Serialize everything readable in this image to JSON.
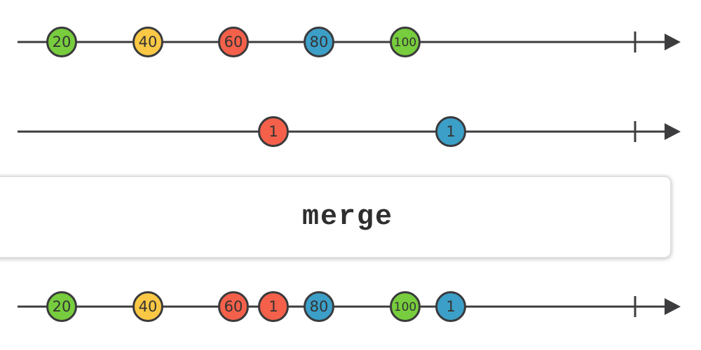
{
  "operator": {
    "label": "merge"
  },
  "colors": {
    "green": "#77cd3d",
    "yellow": "#fac845",
    "red": "#f4604a",
    "blue": "#3c9fc8",
    "line": "#3d3d3f",
    "marble_text": "#333333"
  },
  "timelines": {
    "source1": {
      "marbles": [
        {
          "value": "20",
          "color": "green"
        },
        {
          "value": "40",
          "color": "yellow"
        },
        {
          "value": "60",
          "color": "red"
        },
        {
          "value": "80",
          "color": "blue"
        },
        {
          "value": "100",
          "color": "green"
        }
      ]
    },
    "source2": {
      "marbles": [
        {
          "value": "1",
          "color": "red"
        },
        {
          "value": "1",
          "color": "blue"
        }
      ]
    },
    "output": {
      "marbles": [
        {
          "value": "20",
          "color": "green"
        },
        {
          "value": "40",
          "color": "yellow"
        },
        {
          "value": "60",
          "color": "red"
        },
        {
          "value": "1",
          "color": "red"
        },
        {
          "value": "80",
          "color": "blue"
        },
        {
          "value": "100",
          "color": "green"
        },
        {
          "value": "1",
          "color": "blue"
        }
      ]
    }
  }
}
